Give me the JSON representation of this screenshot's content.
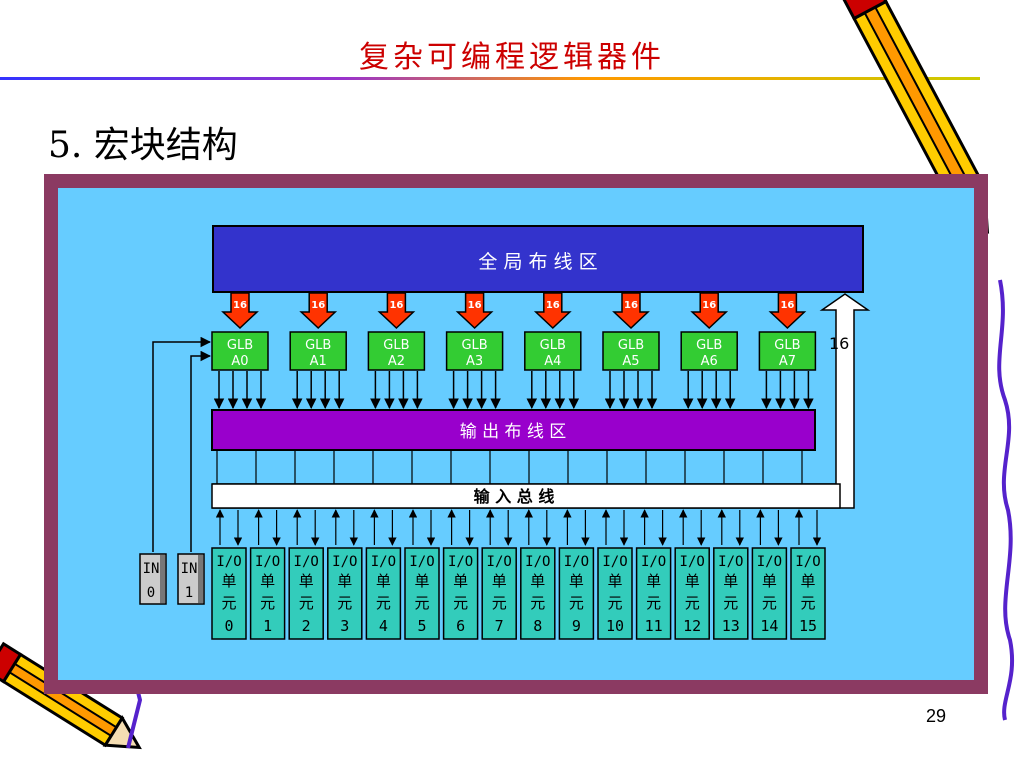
{
  "header": {
    "title": "复杂可编程逻辑器件"
  },
  "section": {
    "heading": "5.  宏块结构"
  },
  "diagram": {
    "global_routing_label": "全 局 布 线 区",
    "output_routing_label": "输 出 布 线 区",
    "input_bus_label": "输 入 总 线",
    "bus_width": "16",
    "feedback_width": "16",
    "glb_blocks": [
      {
        "top": "GLB",
        "bottom": "A0"
      },
      {
        "top": "GLB",
        "bottom": "A1"
      },
      {
        "top": "GLB",
        "bottom": "A2"
      },
      {
        "top": "GLB",
        "bottom": "A3"
      },
      {
        "top": "GLB",
        "bottom": "A4"
      },
      {
        "top": "GLB",
        "bottom": "A5"
      },
      {
        "top": "GLB",
        "bottom": "A6"
      },
      {
        "top": "GLB",
        "bottom": "A7"
      }
    ],
    "dedicated_inputs": [
      {
        "top": "IN",
        "bottom": "0"
      },
      {
        "top": "IN",
        "bottom": "1"
      }
    ],
    "io_cell_prefix": [
      "I/O",
      "单",
      "元"
    ],
    "io_cells": [
      "0",
      "1",
      "2",
      "3",
      "4",
      "5",
      "6",
      "7",
      "8",
      "9",
      "10",
      "11",
      "12",
      "13",
      "14",
      "15"
    ]
  },
  "footer": {
    "page_number": "29"
  },
  "colors": {
    "title": "#cc0000",
    "frame_outer": "#8b3a62",
    "frame_inner": "#66ccff",
    "global_routing": "#3333cc",
    "output_routing": "#9900cc",
    "glb": "#33cc33",
    "io_cell": "#33ccbb",
    "arrow_red": "#ff3300"
  }
}
